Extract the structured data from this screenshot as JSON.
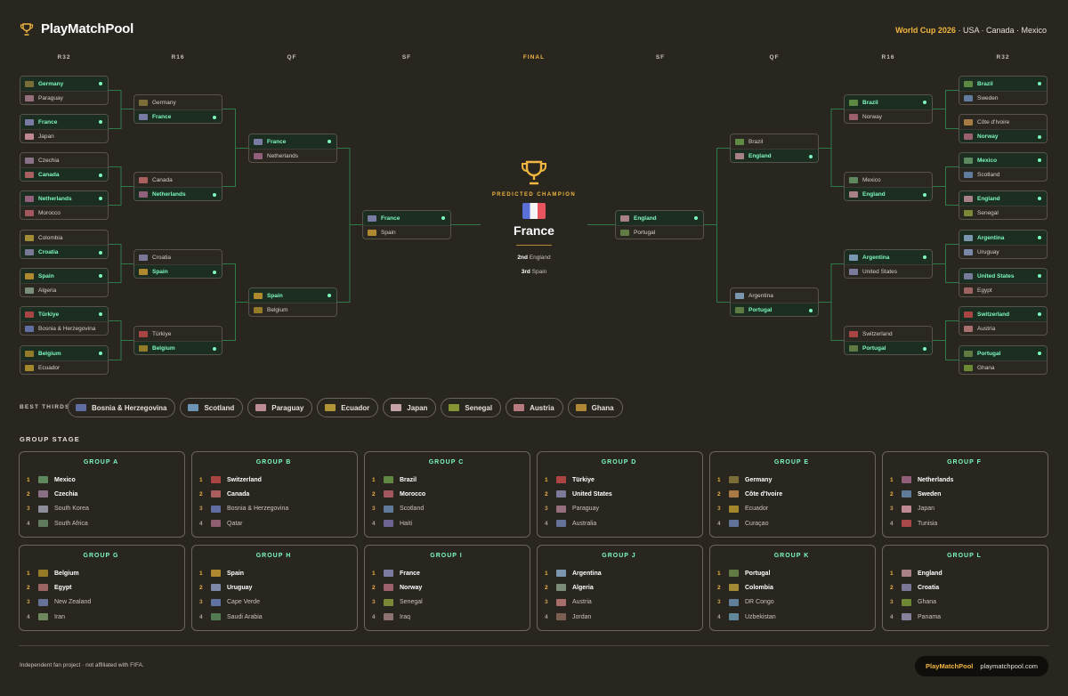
{
  "brand": {
    "name": "PlayMatchPool"
  },
  "edition": {
    "highlight": "World Cup 2026",
    "rest": " · USA · Canada · Mexico"
  },
  "colors": {
    "accent": "#f0b63f",
    "winner": "#7dfbbf",
    "background": "#292620"
  },
  "rounds": {
    "left": [
      "R32",
      "R16",
      "QF",
      "SF"
    ],
    "final": "FINAL",
    "right": [
      "SF",
      "QF",
      "R16",
      "R32"
    ]
  },
  "bracket": {
    "left_r32": [
      [
        {
          "name": "Germany",
          "flag": "#8a7a3c",
          "win": true
        },
        {
          "name": "Paraguay",
          "flag": "#a87c8c",
          "win": false
        }
      ],
      [
        {
          "name": "France",
          "flag": "#8a8ab8",
          "win": true
        },
        {
          "name": "Japan",
          "flag": "#d99aa8",
          "win": false
        }
      ],
      [
        {
          "name": "Czechia",
          "flag": "#9a7e9a",
          "win": false
        },
        {
          "name": "Canada",
          "flag": "#c06a6a",
          "win": true
        }
      ],
      [
        {
          "name": "Netherlands",
          "flag": "#a46a8c",
          "win": true
        },
        {
          "name": "Morocco",
          "flag": "#b8606a",
          "win": false
        }
      ],
      [
        {
          "name": "Colombia",
          "flag": "#b89e3a",
          "win": false
        },
        {
          "name": "Croatia",
          "flag": "#8a86ac",
          "win": true
        }
      ],
      [
        {
          "name": "Spain",
          "flag": "#c89a32",
          "win": true
        },
        {
          "name": "Algeria",
          "flag": "#8aa08a",
          "win": false
        }
      ],
      [
        {
          "name": "Türkiye",
          "flag": "#c04a4a",
          "win": true
        },
        {
          "name": "Bosnia & Herzegovina",
          "flag": "#6a7ab8",
          "win": false
        }
      ],
      [
        {
          "name": "Belgium",
          "flag": "#a88a2a",
          "win": true
        },
        {
          "name": "Ecuador",
          "flag": "#b89a2e",
          "win": false
        }
      ]
    ],
    "left_r16": [
      [
        {
          "name": "Germany",
          "flag": "#8a7a3c",
          "win": false
        },
        {
          "name": "France",
          "flag": "#8a8ab8",
          "win": true
        }
      ],
      [
        {
          "name": "Canada",
          "flag": "#c06a6a",
          "win": false
        },
        {
          "name": "Netherlands",
          "flag": "#a46a8c",
          "win": true
        }
      ],
      [
        {
          "name": "Croatia",
          "flag": "#8a86ac",
          "win": false
        },
        {
          "name": "Spain",
          "flag": "#c89a32",
          "win": true
        }
      ],
      [
        {
          "name": "Türkiye",
          "flag": "#c04a4a",
          "win": false
        },
        {
          "name": "Belgium",
          "flag": "#a88a2a",
          "win": true
        }
      ]
    ],
    "left_qf": [
      [
        {
          "name": "France",
          "flag": "#8a8ab8",
          "win": true
        },
        {
          "name": "Netherlands",
          "flag": "#a46a8c",
          "win": false
        }
      ],
      [
        {
          "name": "Spain",
          "flag": "#c89a32",
          "win": true
        },
        {
          "name": "Belgium",
          "flag": "#a88a2a",
          "win": false
        }
      ]
    ],
    "left_sf": [
      [
        {
          "name": "France",
          "flag": "#8a8ab8",
          "win": true
        },
        {
          "name": "Spain",
          "flag": "#c89a32",
          "win": false
        }
      ]
    ],
    "right_sf": [
      [
        {
          "name": "England",
          "flag": "#c09098",
          "win": true
        },
        {
          "name": "Portugal",
          "flag": "#6a8a4a",
          "win": false
        }
      ]
    ],
    "right_qf": [
      [
        {
          "name": "Brazil",
          "flag": "#6a9a4a",
          "win": false
        },
        {
          "name": "England",
          "flag": "#c09098",
          "win": true
        }
      ],
      [
        {
          "name": "Argentina",
          "flag": "#8aaac8",
          "win": false
        },
        {
          "name": "Portugal",
          "flag": "#6a8a4a",
          "win": true
        }
      ]
    ],
    "right_r16": [
      [
        {
          "name": "Brazil",
          "flag": "#6a9a4a",
          "win": true
        },
        {
          "name": "Norway",
          "flag": "#b06a7a",
          "win": false
        }
      ],
      [
        {
          "name": "Mexico",
          "flag": "#6a9a6a",
          "win": false
        },
        {
          "name": "England",
          "flag": "#c09098",
          "win": true
        }
      ],
      [
        {
          "name": "Argentina",
          "flag": "#8aaac8",
          "win": true
        },
        {
          "name": "United States",
          "flag": "#8a8ab0",
          "win": false
        }
      ],
      [
        {
          "name": "Switzerland",
          "flag": "#c04a4a",
          "win": false
        },
        {
          "name": "Portugal",
          "flag": "#6a8a4a",
          "win": true
        }
      ]
    ],
    "right_r32": [
      [
        {
          "name": "Brazil",
          "flag": "#6a9a4a",
          "win": true
        },
        {
          "name": "Sweden",
          "flag": "#6a8ab0",
          "win": false
        }
      ],
      [
        {
          "name": "Côte d'Ivoire",
          "flag": "#c08a4a",
          "win": false
        },
        {
          "name": "Norway",
          "flag": "#b06a7a",
          "win": true
        }
      ],
      [
        {
          "name": "Mexico",
          "flag": "#6a9a6a",
          "win": true
        },
        {
          "name": "Scotland",
          "flag": "#6a8ab0",
          "win": false
        }
      ],
      [
        {
          "name": "England",
          "flag": "#c09098",
          "win": true
        },
        {
          "name": "Senegal",
          "flag": "#8a9a3a",
          "win": false
        }
      ],
      [
        {
          "name": "Argentina",
          "flag": "#8aaac8",
          "win": true
        },
        {
          "name": "Uruguay",
          "flag": "#8a9ac0",
          "win": false
        }
      ],
      [
        {
          "name": "United States",
          "flag": "#8a8ab0",
          "win": true
        },
        {
          "name": "Egypt",
          "flag": "#b07070",
          "win": false
        }
      ],
      [
        {
          "name": "Switzerland",
          "flag": "#c04a4a",
          "win": true
        },
        {
          "name": "Austria",
          "flag": "#c07a7a",
          "win": false
        }
      ],
      [
        {
          "name": "Portugal",
          "flag": "#6a8a4a",
          "win": true
        },
        {
          "name": "Ghana",
          "flag": "#7a9a3a",
          "win": false
        }
      ]
    ]
  },
  "champion": {
    "label": "PREDICTED CHAMPION",
    "name": "France",
    "second_rank": "2nd",
    "second_team": "England",
    "third_rank": "3rd",
    "third_team": "Spain"
  },
  "best_thirds": {
    "label": "BEST THIRDS",
    "teams": [
      {
        "name": "Bosnia & Herzegovina",
        "flag": "#6a7ab8"
      },
      {
        "name": "Scotland",
        "flag": "#7aa8d0"
      },
      {
        "name": "Paraguay",
        "flag": "#d8a0a8"
      },
      {
        "name": "Ecuador",
        "flag": "#c8a83a"
      },
      {
        "name": "Japan",
        "flag": "#e0b8c0"
      },
      {
        "name": "Senegal",
        "flag": "#9aa83a"
      },
      {
        "name": "Austria",
        "flag": "#d08a90"
      },
      {
        "name": "Ghana",
        "flag": "#c89a3a"
      }
    ]
  },
  "group_stage": {
    "title": "GROUP STAGE",
    "groups": [
      {
        "title": "GROUP A",
        "teams": [
          {
            "name": "Mexico",
            "flag": "#6a9a6a"
          },
          {
            "name": "Czechia",
            "flag": "#9a7e9a"
          },
          {
            "name": "South Korea",
            "flag": "#a0a0b0"
          },
          {
            "name": "South Africa",
            "flag": "#6a8a6a"
          }
        ]
      },
      {
        "title": "GROUP B",
        "teams": [
          {
            "name": "Switzerland",
            "flag": "#c04a4a"
          },
          {
            "name": "Canada",
            "flag": "#c06a6a"
          },
          {
            "name": "Bosnia & Herzegovina",
            "flag": "#6a7ab8"
          },
          {
            "name": "Qatar",
            "flag": "#a06a80"
          }
        ]
      },
      {
        "title": "GROUP C",
        "teams": [
          {
            "name": "Brazil",
            "flag": "#6a9a4a"
          },
          {
            "name": "Morocco",
            "flag": "#b8606a"
          },
          {
            "name": "Scotland",
            "flag": "#6a8ab0"
          },
          {
            "name": "Haiti",
            "flag": "#7a70a8"
          }
        ]
      },
      {
        "title": "GROUP D",
        "teams": [
          {
            "name": "Türkiye",
            "flag": "#c04a4a"
          },
          {
            "name": "United States",
            "flag": "#8a8ab0"
          },
          {
            "name": "Paraguay",
            "flag": "#a87c8c"
          },
          {
            "name": "Australia",
            "flag": "#7080b0"
          }
        ]
      },
      {
        "title": "GROUP E",
        "teams": [
          {
            "name": "Germany",
            "flag": "#8a7a3c"
          },
          {
            "name": "Côte d'Ivoire",
            "flag": "#c08a4a"
          },
          {
            "name": "Ecuador",
            "flag": "#b89a2e"
          },
          {
            "name": "Curaçao",
            "flag": "#6a80b0"
          }
        ]
      },
      {
        "title": "GROUP F",
        "teams": [
          {
            "name": "Netherlands",
            "flag": "#a46a8c"
          },
          {
            "name": "Sweden",
            "flag": "#6a8ab0"
          },
          {
            "name": "Japan",
            "flag": "#d99aa8"
          },
          {
            "name": "Tunisia",
            "flag": "#c05050"
          }
        ]
      },
      {
        "title": "GROUP G",
        "teams": [
          {
            "name": "Belgium",
            "flag": "#a88a2a"
          },
          {
            "name": "Egypt",
            "flag": "#b07070"
          },
          {
            "name": "New Zealand",
            "flag": "#7080b0"
          },
          {
            "name": "Iran",
            "flag": "#7a9a6a"
          }
        ]
      },
      {
        "title": "GROUP H",
        "teams": [
          {
            "name": "Spain",
            "flag": "#c89a32"
          },
          {
            "name": "Uruguay",
            "flag": "#8a9ac0"
          },
          {
            "name": "Cape Verde",
            "flag": "#6a80b8"
          },
          {
            "name": "Saudi Arabia",
            "flag": "#5a8a5a"
          }
        ]
      },
      {
        "title": "GROUP I",
        "teams": [
          {
            "name": "France",
            "flag": "#8a8ab8"
          },
          {
            "name": "Norway",
            "flag": "#b06a7a"
          },
          {
            "name": "Senegal",
            "flag": "#8a9a3a"
          },
          {
            "name": "Iraq",
            "flag": "#a08080"
          }
        ]
      },
      {
        "title": "GROUP J",
        "teams": [
          {
            "name": "Argentina",
            "flag": "#8aaac8"
          },
          {
            "name": "Algeria",
            "flag": "#8aa08a"
          },
          {
            "name": "Austria",
            "flag": "#c07a7a"
          },
          {
            "name": "Jordan",
            "flag": "#8a6a5a"
          }
        ]
      },
      {
        "title": "GROUP K",
        "teams": [
          {
            "name": "Portugal",
            "flag": "#6a8a4a"
          },
          {
            "name": "Colombia",
            "flag": "#b89e3a"
          },
          {
            "name": "DR Congo",
            "flag": "#6a90b0"
          },
          {
            "name": "Uzbekistan",
            "flag": "#6a9ab0"
          }
        ]
      },
      {
        "title": "GROUP L",
        "teams": [
          {
            "name": "England",
            "flag": "#c09098"
          },
          {
            "name": "Croatia",
            "flag": "#8a86ac"
          },
          {
            "name": "Ghana",
            "flag": "#7a9a3a"
          },
          {
            "name": "Panama",
            "flag": "#9a90b0"
          }
        ]
      }
    ]
  },
  "footer": {
    "disclaimer": "Independent fan project · not affiliated with FIFA.",
    "brand": "PlayMatchPool",
    "url": "playmatchpool.com"
  }
}
